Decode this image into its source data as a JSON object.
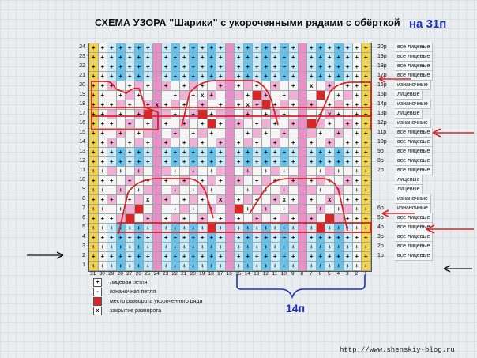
{
  "title": "СХЕМА УЗОРА \"Шарики\" с укороченными рядами  с обёрткой",
  "stitch_count": "на 31п",
  "row_numbers": [
    "24",
    "23",
    "22",
    "21",
    "20",
    "19",
    "18",
    "17",
    "16",
    "15",
    "14",
    "13",
    "12",
    "11",
    "10",
    "9",
    "8",
    "7",
    "6",
    "5",
    "4",
    "3",
    "2",
    "1"
  ],
  "col_numbers": [
    "31",
    "30",
    "29",
    "28",
    "27",
    "26",
    "25",
    "24",
    "23",
    "22",
    "21",
    "20",
    "19",
    "18",
    "17",
    "16",
    "15",
    "14",
    "13",
    "12",
    "11",
    "10",
    "9",
    "8",
    "7",
    "6",
    "5",
    "4",
    "3",
    "2",
    "1"
  ],
  "right_rows": [
    {
      "num": "20р",
      "text": "все лицевые"
    },
    {
      "num": "19р",
      "text": "все лицевые"
    },
    {
      "num": "18р",
      "text": "все лицевые"
    },
    {
      "num": "17р",
      "text": "все лицевые"
    },
    {
      "num": "16р",
      "text": "изнаночные"
    },
    {
      "num": "15р",
      "text": "лицевые"
    },
    {
      "num": "14р",
      "text": "изнаночные"
    },
    {
      "num": "13р",
      "text": "лицевые"
    },
    {
      "num": "12р",
      "text": "изнаночные"
    },
    {
      "num": "11р",
      "text": "все лицевые"
    },
    {
      "num": "10р",
      "text": "все лицевые"
    },
    {
      "num": "9р",
      "text": "все лицевые"
    },
    {
      "num": "8р",
      "text": "все лицевые"
    },
    {
      "num": "7р",
      "text": "все лицевые"
    },
    {
      "num": "",
      "text": "лицевые"
    },
    {
      "num": "",
      "text": "лицевые"
    },
    {
      "num": "",
      "text": "изнаночные"
    },
    {
      "num": "6р",
      "text": "изнаночные"
    },
    {
      "num": "5р",
      "text": "все лицевые"
    },
    {
      "num": "4р",
      "text": "все лицевые"
    },
    {
      "num": "3р",
      "text": "все лицевые"
    },
    {
      "num": "2р",
      "text": "все лицевые"
    },
    {
      "num": "1р",
      "text": "все лицевые"
    },
    {
      "num": "",
      "text": ""
    }
  ],
  "legend": [
    {
      "symbol": "+",
      "text": "лицевая петля"
    },
    {
      "symbol": "-",
      "text": "изнаночная петля"
    },
    {
      "symbol": "",
      "text": "место разворота укороченного ряда"
    },
    {
      "symbol": "x",
      "text": "закрытие разворота"
    }
  ],
  "bracket_label": "14п",
  "url": "http://www.shenskiy-blog.ru",
  "colors": {
    "pink": "#f0b0d6",
    "blue": "#62c3ee",
    "yellow": "#f2d24a",
    "red": "#d92626",
    "annotation": "#1b2fc0"
  }
}
